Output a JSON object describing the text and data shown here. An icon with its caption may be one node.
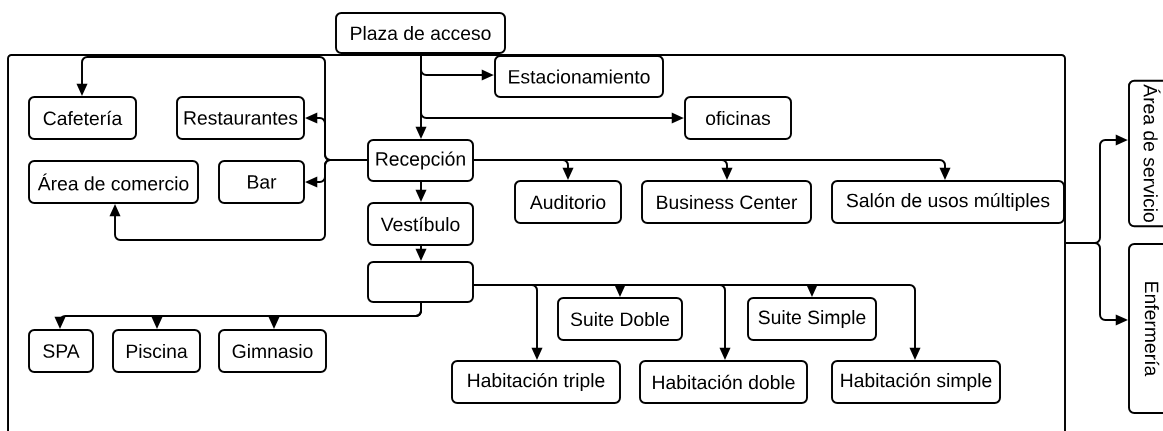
{
  "diagram": {
    "nodes": [
      {
        "text": [
          "Plaza de acceso"
        ]
      },
      {
        "text": [],
        "shape": "box"
      },
      {
        "text": [
          "Estacionamiento"
        ],
        "in": 1
      },
      {
        "text": [
          "Cafetería"
        ],
        "in": 1
      },
      {
        "text": [
          "Restaurantes"
        ],
        "in": 1
      },
      {
        "text": [
          "oficinas"
        ],
        "in": 1
      },
      {
        "text": [
          "Recepción"
        ],
        "in": 1
      },
      {
        "text": [
          "Área de comercio"
        ],
        "in": 1
      },
      {
        "text": [
          "Bar"
        ],
        "in": 1
      },
      {
        "text": [
          "Auditorio"
        ],
        "in": 1
      },
      {
        "text": [
          "Business Center"
        ],
        "in": 1
      },
      {
        "text": [
          "Salón de usos múltiples"
        ],
        "in": 1
      },
      {
        "text": [
          "Vestíbulo"
        ],
        "in": 1
      },
      {
        "text": [],
        "shape": "box",
        "in": 1
      },
      {
        "text": [
          "Suite Doble"
        ],
        "in": 1
      },
      {
        "text": [
          "Suite Simple"
        ],
        "in": 1
      },
      {
        "text": [
          "SPA"
        ],
        "in": 1
      },
      {
        "text": [
          "Piscina"
        ],
        "in": 1
      },
      {
        "text": [
          "Gimnasio"
        ],
        "in": 1
      },
      {
        "text": [
          "Habitación triple"
        ],
        "in": 1
      },
      {
        "text": [
          "Habitación doble"
        ],
        "in": 1
      },
      {
        "text": [
          "Habitación simple"
        ],
        "in": 1
      },
      {
        "text": [
          "Área de servicio"
        ]
      },
      {
        "text": [
          "Enfermería"
        ]
      }
    ],
    "edges": [
      {
        "from": 0,
        "to": 2,
        "arrow": "to"
      },
      {
        "from": 0,
        "to": 5,
        "arrow": "to"
      },
      {
        "from": 0,
        "to": 6,
        "arrow": "to"
      },
      {
        "from": 6,
        "to": 3,
        "arrow": "to"
      },
      {
        "from": 6,
        "to": 4,
        "arrow": "to"
      },
      {
        "from": 6,
        "to": 8,
        "arrow": "to"
      },
      {
        "from": 6,
        "to": 7,
        "arrow": "to"
      },
      {
        "from": 6,
        "to": 9,
        "arrow": "to"
      },
      {
        "from": 6,
        "to": 10,
        "arrow": "to"
      },
      {
        "from": 6,
        "to": 11,
        "arrow": "to"
      },
      {
        "from": 6,
        "to": 12,
        "arrow": "to"
      },
      {
        "from": 12,
        "to": 13,
        "arrow": "to"
      },
      {
        "from": 13,
        "to": 16,
        "arrow": "to"
      },
      {
        "from": 13,
        "to": 17,
        "arrow": "to"
      },
      {
        "from": 13,
        "to": 18,
        "arrow": "to"
      },
      {
        "from": 13,
        "to": 19,
        "arrow": "to"
      },
      {
        "from": 13,
        "to": 14,
        "arrow": "to"
      },
      {
        "from": 13,
        "to": 20,
        "arrow": "to"
      },
      {
        "from": 13,
        "to": 15,
        "arrow": "to"
      },
      {
        "from": 13,
        "to": 21,
        "arrow": "to"
      },
      {
        "from": 1,
        "to": 22,
        "arrow": "to"
      },
      {
        "from": 1,
        "to": 23,
        "arrow": "to"
      }
    ]
  }
}
